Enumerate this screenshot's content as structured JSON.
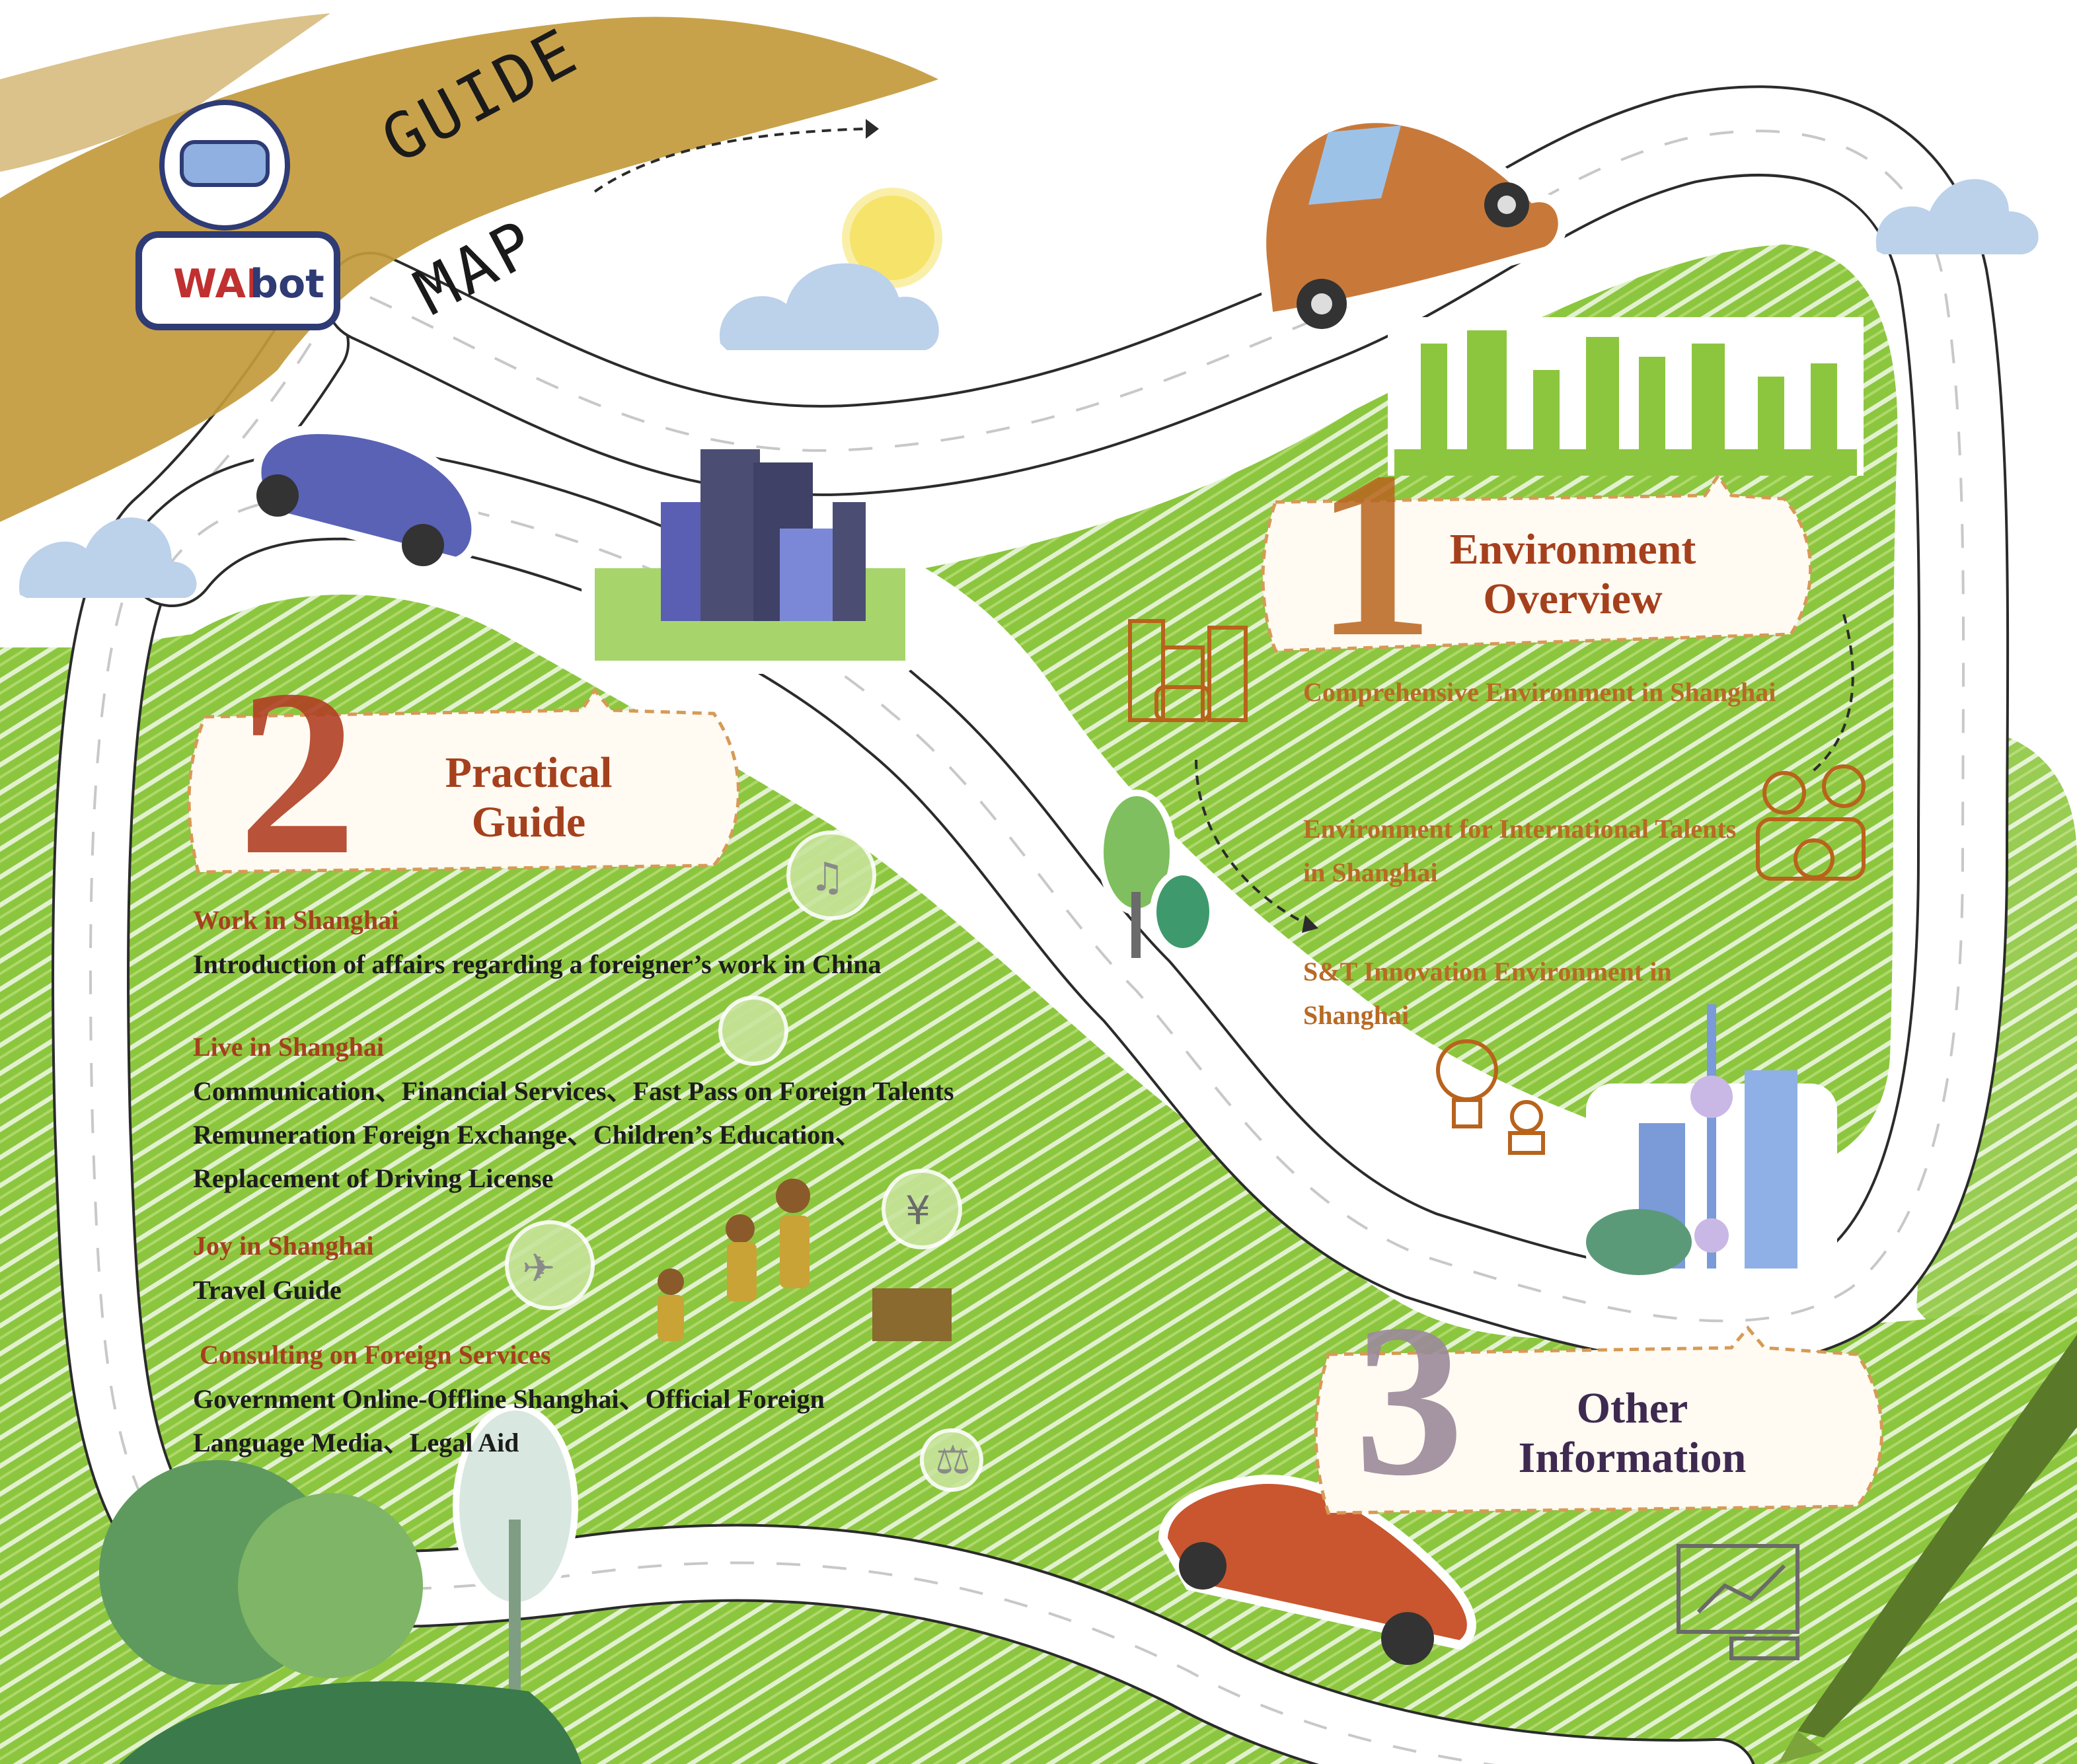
{
  "header": {
    "logo_text_a": "WAI",
    "logo_text_b": "bot",
    "guide_word": "GUIDE",
    "map_word": "MAP"
  },
  "sections": {
    "environment": {
      "number": "1",
      "title_line1": "Environment",
      "title_line2": "Overview",
      "items": [
        "Comprehensive Environment in Shanghai",
        "Environment for International Talents in Shanghai",
        "S&T Innovation Environment in Shanghai"
      ]
    },
    "practical": {
      "number": "2",
      "title_line1": "Practical",
      "title_line2": "Guide",
      "blocks": [
        {
          "title": "Work in Shanghai",
          "body": "Introduction of affairs regarding a foreigner’s work in China"
        },
        {
          "title": "Live in Shanghai",
          "body": "Communication、Financial Services、Fast Pass on Foreign Talents Remuneration Foreign Exchange、Children’s Education、Replacement of Driving License"
        },
        {
          "title": "Joy in Shanghai",
          "body": "Travel Guide"
        },
        {
          "title": "Consulting on Foreign Services",
          "body": "Government Online-Offline Shanghai、Official Foreign Language Media、Legal Aid"
        }
      ]
    },
    "other": {
      "number": "3",
      "title_line1": "Other",
      "title_line2": "Information"
    }
  },
  "icons": [
    "robot-mascot-icon",
    "sun-icon",
    "cloud-icon",
    "car-icon",
    "city-buildings-icon",
    "music-icon",
    "microphone-icon",
    "yuan-icon",
    "airplane-icon",
    "scales-icon",
    "family-travel-icon",
    "tree-icon",
    "lightbulb-gear-icon",
    "people-globe-icon",
    "presentation-chart-icon",
    "crayon-icon",
    "oriental-pearl-tower-icon"
  ],
  "colors": {
    "green": "#8cc63f",
    "road": "#ffffff",
    "brush_gold": "#c39a3c",
    "heading_red": "#a5401d",
    "heading_purple": "#3e2a50",
    "item_orange": "#b86a24"
  }
}
